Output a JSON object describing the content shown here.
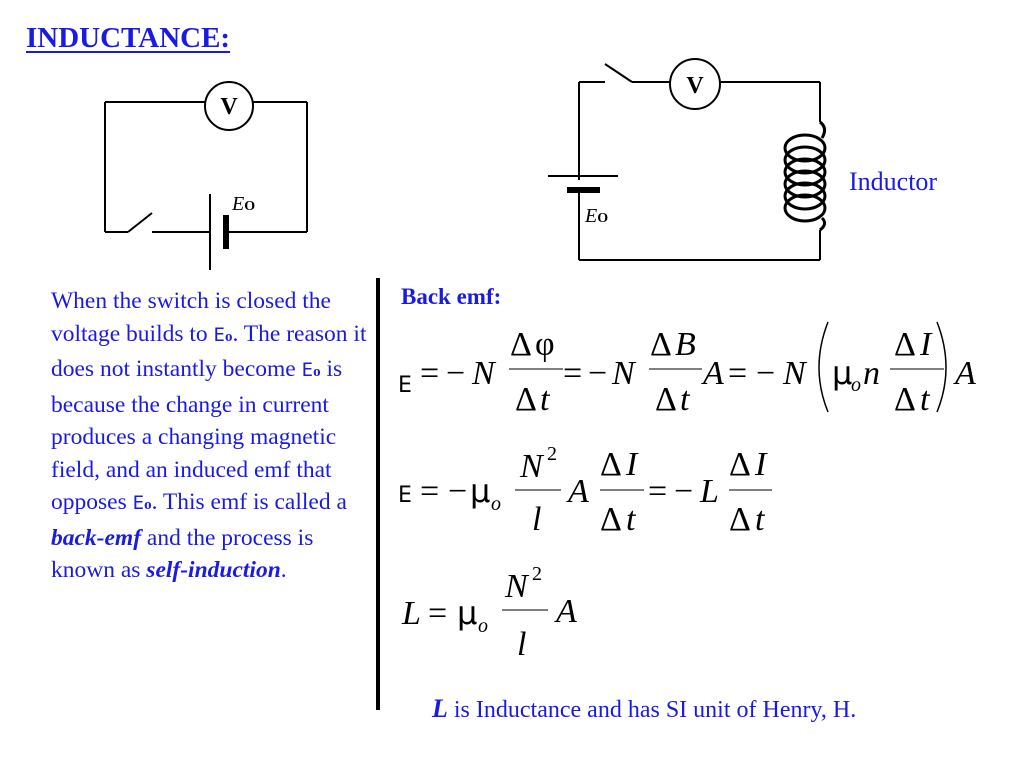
{
  "title": "INDUCTANCE:",
  "circuit_left": {
    "voltmeter_label": "V",
    "source_label_script": "E",
    "source_label_sub": "O"
  },
  "circuit_right": {
    "voltmeter_label": "V",
    "source_label_script": "E",
    "source_label_sub": "O",
    "inductor_label": "Inductor"
  },
  "paragraph": {
    "t1": "When the switch is closed the voltage builds to ",
    "eo_script": "E",
    "eo_sub": "o",
    "t2": ". The reason it does not instantly become ",
    "t3": " is because the change in current produces a changing magnetic field, and an induced emf that opposes ",
    "t4": ".  This emf is called a ",
    "back_emf": "back-emf",
    "t5": " and the process is known as ",
    "self_induction": "self-induction",
    "t6": "."
  },
  "back_emf_heading": "Back emf:",
  "equations": {
    "e1": {
      "emf": "E",
      "eq": "=",
      "minus": "−",
      "N": "N",
      "delta": "Δ",
      "phi": "φ",
      "t": "t",
      "B": "B",
      "A": "A",
      "mu": "μ",
      "o": "o",
      "n": "n",
      "I": "I"
    },
    "e2": {
      "emf": "E",
      "eq": "=",
      "minus": "−",
      "mu": "μ",
      "o": "o",
      "N": "N",
      "sq": "2",
      "l": "l",
      "A": "A",
      "delta": "Δ",
      "I": "I",
      "t": "t",
      "L": "L"
    },
    "e3": {
      "L": "L",
      "eq": "=",
      "mu": "μ",
      "o": "o",
      "N": "N",
      "sq": "2",
      "l": "l",
      "A": "A"
    }
  },
  "footnote": {
    "L": "L",
    "text": " is Inductance and  has SI unit of Henry, H."
  }
}
